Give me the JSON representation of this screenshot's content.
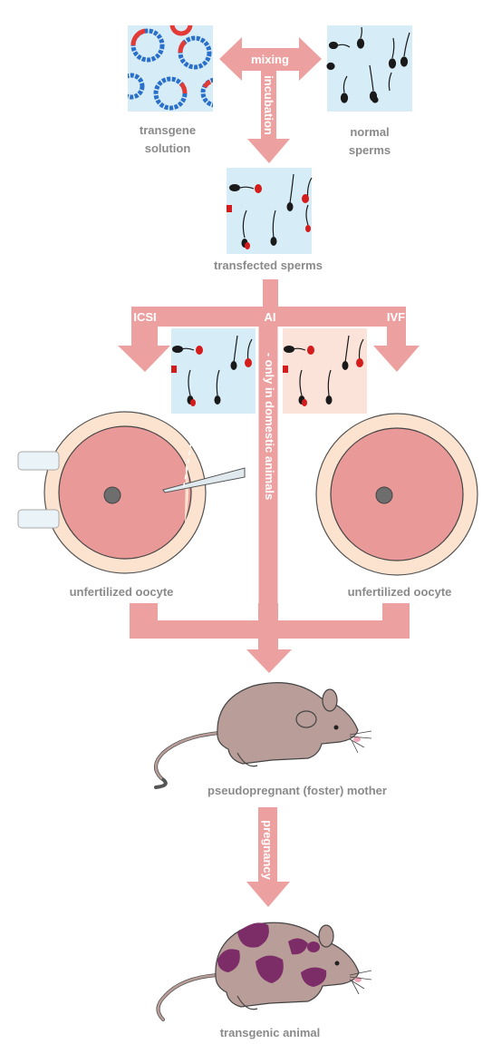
{
  "labels": {
    "transgene_solution_line1": "transgene",
    "transgene_solution_line2": "solution",
    "normal_sperms_line1": "normal",
    "normal_sperms_line2": "sperms",
    "transfected_sperms": "transfected sperms",
    "oocyte_left": "unfertilized oocyte",
    "oocyte_right": "unfertilized oocyte",
    "mother": "pseudopregnant (foster) mother",
    "transgenic_animal": "transgenic animal"
  },
  "arrows": {
    "mixing": "mixing",
    "incubation": "incubation",
    "icsi": "ICSI",
    "ai": "AI",
    "ivf": "IVF",
    "ai_note": "- only in domestic animals",
    "pregnancy": "pregnancy"
  },
  "colors": {
    "arrow": "#eca1a0",
    "panel_blue": "#d6edf8",
    "panel_pink": "#fbe3da",
    "oocyte_fill": "#e99a98",
    "zona": "#fbe3cf",
    "mouse": "#b89d98",
    "spots": "#7c2c67",
    "label_gray": "#8a8a8a"
  }
}
